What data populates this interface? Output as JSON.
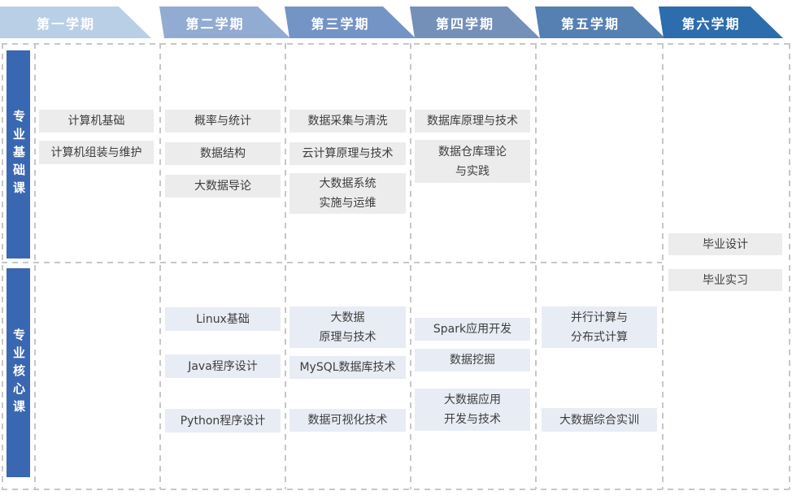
{
  "header": {
    "semesters": [
      {
        "label": "第一学期",
        "color": "#b9cfe5"
      },
      {
        "label": "第二学期",
        "color": "#92abd2"
      },
      {
        "label": "第三学期",
        "color": "#7494c5"
      },
      {
        "label": "第四学期",
        "color": "#7590b8"
      },
      {
        "label": "第五学期",
        "color": "#5480b2"
      },
      {
        "label": "第六学期",
        "color": "#2d6cad"
      }
    ]
  },
  "sidebar": {
    "color": "#3a67b1",
    "categories": [
      {
        "label": "专业基础课"
      },
      {
        "label": "专业核心课"
      }
    ]
  },
  "colors": {
    "basic_box": "#ececec",
    "core_box": "#e8ecf4"
  },
  "courses": {
    "basic": {
      "sem1": [
        "计算机基础",
        "计算机组装与维护"
      ],
      "sem2": [
        "概率与统计",
        "数据结构",
        "大数据导论"
      ],
      "sem3": [
        "数据采集与清洗",
        "云计算原理与技术",
        "大数据系统\n实施与运维"
      ],
      "sem4": [
        "数据库原理与技术",
        "数据仓库理论\n与实践"
      ],
      "sem6": [
        "毕业设计"
      ]
    },
    "core": {
      "sem2": [
        "Linux基础",
        "Java程序设计",
        "Python程序设计"
      ],
      "sem3": [
        "大数据\n原理与技术",
        "MySQL数据库技术",
        "数据可视化技术"
      ],
      "sem4": [
        "Spark应用开发",
        "数据挖掘",
        "大数据应用\n开发与技术"
      ],
      "sem5": [
        "并行计算与\n分布式计算",
        "大数据综合实训"
      ],
      "sem6": [
        "毕业实习"
      ]
    }
  }
}
